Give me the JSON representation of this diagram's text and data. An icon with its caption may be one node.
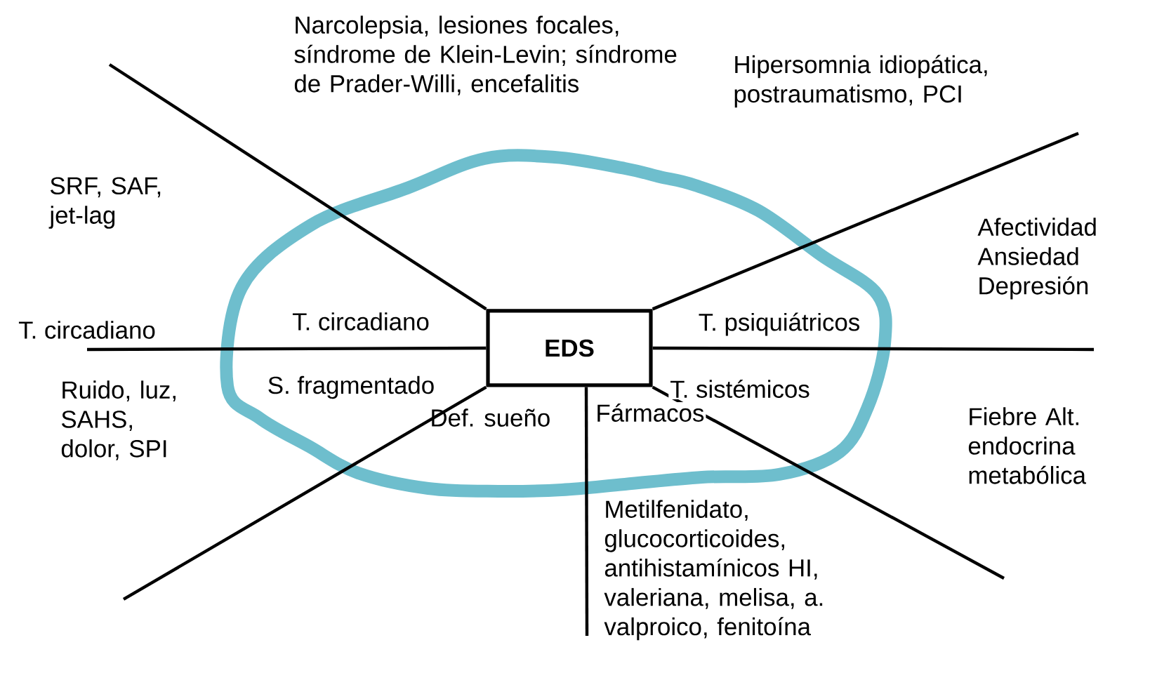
{
  "diagram": {
    "nodes": [
      {
        "text": [
          "EDS"
        ]
      },
      {
        "text": [
          "T. circadiano"
        ]
      }
    ],
    "edges": [
      {
        "from": 0,
        "to": null,
        "arrow": "none"
      },
      {
        "from": 0,
        "to": 1,
        "arrow": "none",
        "label": "T. circadiano"
      },
      {
        "from": 0,
        "to": null,
        "arrow": "none",
        "label": "S. fragmentado"
      },
      {
        "from": 0,
        "to": null,
        "arrow": "none",
        "label": "Fármacos"
      },
      {
        "from": 0,
        "to": null,
        "arrow": "none",
        "label": "T. sistémicos"
      },
      {
        "from": 0,
        "to": null,
        "arrow": "none",
        "label": "T. psiquiátricos"
      },
      {
        "from": 0,
        "to": null,
        "arrow": "none"
      }
    ],
    "labels": [
      "Narcolepsia, lesiones focales, síndrome de Klein-Levin; síndrome de Prader-Willi, encefalitis",
      "Hipersomnia idiopática, postraumatismo, PCI",
      "SRF, SAF, jet-lag",
      "Afectividad Ansiedad Depresión",
      "Ruido, luz, SAHS, dolor, SPI",
      "Def. sueño",
      "Fiebre Alt. endocrina metabólica",
      "Metilfenidato, glucocorticoides, antihistamínicos HI, valeriana, melisa, a. valproico, fenitoína"
    ]
  }
}
